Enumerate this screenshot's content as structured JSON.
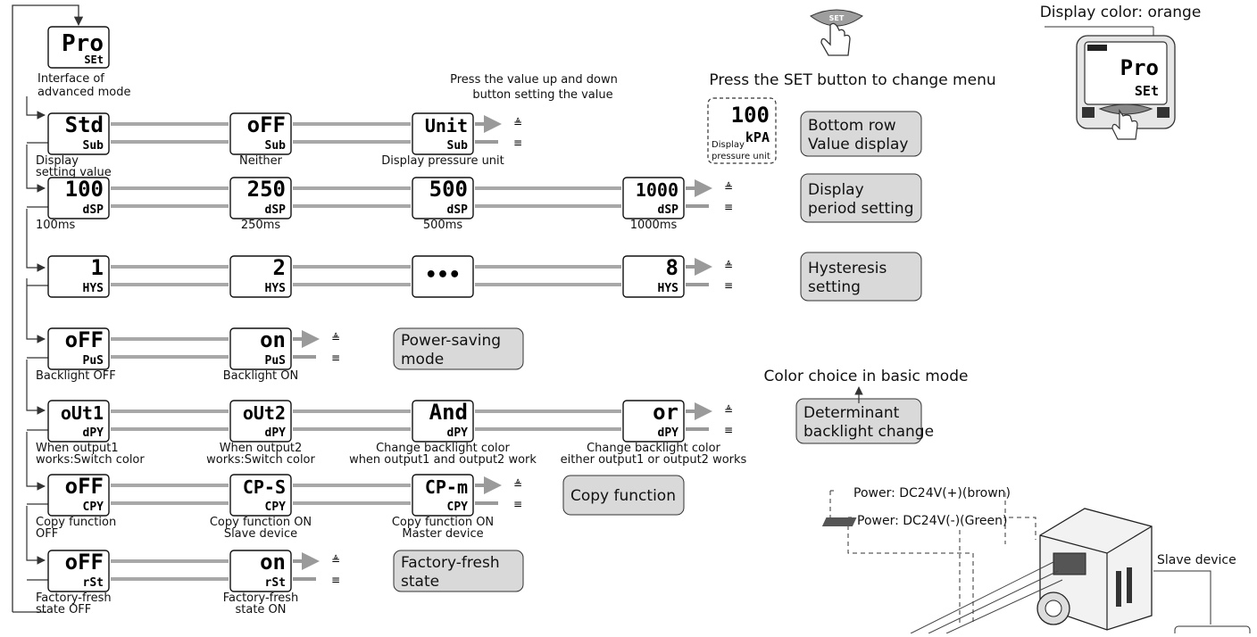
{
  "top_notes": {
    "value_buttons": [
      "Press the value up and down",
      "button setting the value"
    ],
    "set_menu": "Press the SET button to change menu",
    "color_orange": "Display color: orange",
    "color_basic": "Color choice in basic mode",
    "set_key": "SET"
  },
  "pro": {
    "top": "Pro",
    "bottom": "SEt",
    "caption": [
      "Interface of",
      "advanced mode"
    ]
  },
  "rows": [
    {
      "screens": [
        {
          "top": "Std",
          "bottom": "Sub",
          "caption": [
            "Display",
            "setting value"
          ]
        },
        {
          "top": "oFF",
          "bottom": "Sub",
          "caption": [
            "Neither"
          ]
        },
        {
          "top": "Unit",
          "bottom": "Sub",
          "caption": [
            "Display pressure unit"
          ]
        }
      ],
      "description": [
        "Bottom row",
        "Value display"
      ]
    },
    {
      "screens": [
        {
          "top": "100",
          "bottom": "dSP",
          "caption": [
            "100ms"
          ]
        },
        {
          "top": "250",
          "bottom": "dSP",
          "caption": [
            "250ms"
          ]
        },
        {
          "top": "500",
          "bottom": "dSP",
          "caption": [
            "500ms"
          ]
        },
        {
          "top": "1000",
          "bottom": "dSP",
          "caption": [
            "1000ms"
          ]
        }
      ],
      "description": [
        "Display",
        "period setting"
      ]
    },
    {
      "screens": [
        {
          "top": "1",
          "bottom": "HYS",
          "caption": []
        },
        {
          "top": "2",
          "bottom": "HYS",
          "caption": []
        },
        {
          "top": "•••",
          "bottom": "",
          "caption": []
        },
        {
          "top": "8",
          "bottom": "HYS",
          "caption": []
        }
      ],
      "description": [
        "Hysteresis",
        "setting"
      ]
    },
    {
      "screens": [
        {
          "top": "oFF",
          "bottom": "PuS",
          "caption": [
            "Backlight OFF"
          ]
        },
        {
          "top": "on",
          "bottom": "PuS",
          "caption": [
            "Backlight ON"
          ]
        }
      ],
      "description": [
        "Power-saving",
        "mode"
      ]
    },
    {
      "screens": [
        {
          "top": "oUt1",
          "bottom": "dPY",
          "caption": [
            "When output1",
            "works:Switch color"
          ]
        },
        {
          "top": "oUt2",
          "bottom": "dPY",
          "caption": [
            "When output2",
            "works:Switch color"
          ]
        },
        {
          "top": "And",
          "bottom": "dPY",
          "caption": [
            "Change backlight color",
            "when output1 and output2 work"
          ]
        },
        {
          "top": "or",
          "bottom": "dPY",
          "caption": [
            "Change backlight color",
            "either output1 or output2 works"
          ]
        }
      ],
      "description": [
        "Determinant",
        "backlight change"
      ]
    },
    {
      "screens": [
        {
          "top": "oFF",
          "bottom": "CPY",
          "caption": [
            "Copy function",
            "OFF"
          ]
        },
        {
          "top": "CP-S",
          "bottom": "CPY",
          "caption": [
            "Copy function ON",
            "Slave device"
          ]
        },
        {
          "top": "CP-m",
          "bottom": "CPY",
          "caption": [
            "Copy function ON",
            "Master device"
          ]
        }
      ],
      "description": [
        "Copy function"
      ]
    },
    {
      "screens": [
        {
          "top": "oFF",
          "bottom": "rSt",
          "caption": [
            "Factory-fresh",
            "state OFF"
          ]
        },
        {
          "top": "on",
          "bottom": "rSt",
          "caption": [
            "Factory-fresh",
            "state ON"
          ]
        }
      ],
      "description": [
        "Factory-fresh",
        "state"
      ]
    }
  ],
  "unit_example": {
    "top": "100",
    "unit": "kPA",
    "label": [
      "Display",
      "pressure unit"
    ]
  },
  "device_preview": {
    "top": "Pro",
    "bottom": "SEt"
  },
  "wiring": {
    "power_plus": "Power: DC24V(+)(brown)",
    "power_minus": "Power: DC24V(-)(Green)",
    "slave": "Slave device"
  }
}
